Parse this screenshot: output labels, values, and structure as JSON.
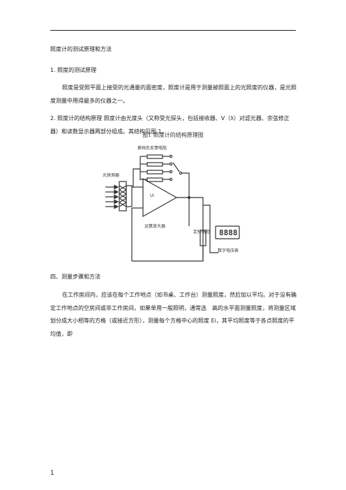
{
  "doc": {
    "title": "照度计的测试原理和方法",
    "section1_heading": "1. 照度的测试原理",
    "section1_body": "照度是受照平面上接受的光通量的面密度，照度计是用于测量被照面上的光照度的仪器，是光照度测量中用得最多的仪器之一。",
    "section2_body": "2. 照度计的结构原理 照度计由光度头（又称受光探头，包括接收器、V（λ）对滤光器、余弦修正器）和读数显示器两部分组成。其结构见图 1。",
    "figure_caption": "图1  照度计的结构原理图",
    "section4_heading": "四、测量步骤和方法",
    "section4_body": "在工作房间内，应该在每个工作地点（如书桌、工作台）测量照度，然后加以平均。对于没有确定工作地点的空房间或非工作房间，如果单用一般照明，通常选　高的水平面测量照度，将测量区域划分成大小相等的方格（或接近方形），测量每个方格中心的照度 Ei，其平均照度等于各点照度的平均值，即",
    "page_number": "1"
  },
  "figure": {
    "label_feedback": "换挡负反馈电阻",
    "label_detector": "光探测器",
    "label_opamp_symbol": "Ui",
    "label_opamp": "运算放大器",
    "label_resistor": "定标电阻",
    "label_display": "数字电压表",
    "display_digits": "8888"
  }
}
